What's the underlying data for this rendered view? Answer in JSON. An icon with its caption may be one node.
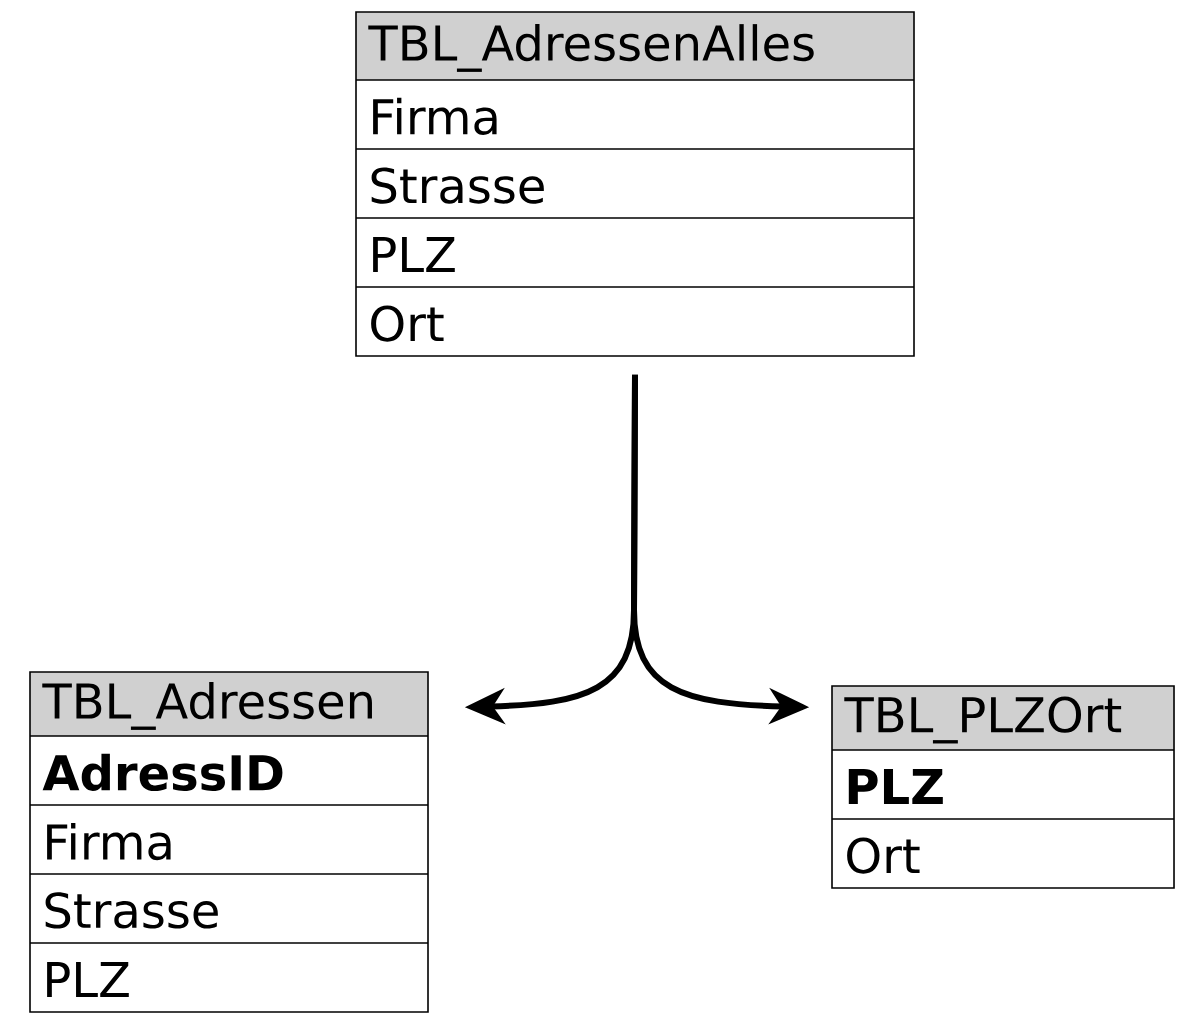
{
  "diagram": {
    "nodes": [
      {
        "text": [
          "TBL_AdressenAlles",
          "Firma",
          "Strasse",
          "PLZ",
          "Ort"
        ]
      },
      {
        "text": [
          "TBL_Adressen",
          "**AdressID**",
          "Firma",
          "Strasse",
          "PLZ"
        ]
      },
      {
        "text": [
          "TBL_PLZOrt",
          "**PLZ**",
          "Ort"
        ]
      }
    ],
    "edges": [
      {
        "from": 0,
        "to": 1,
        "arrow": "to"
      },
      {
        "from": 0,
        "to": 2,
        "arrow": "to"
      }
    ]
  }
}
